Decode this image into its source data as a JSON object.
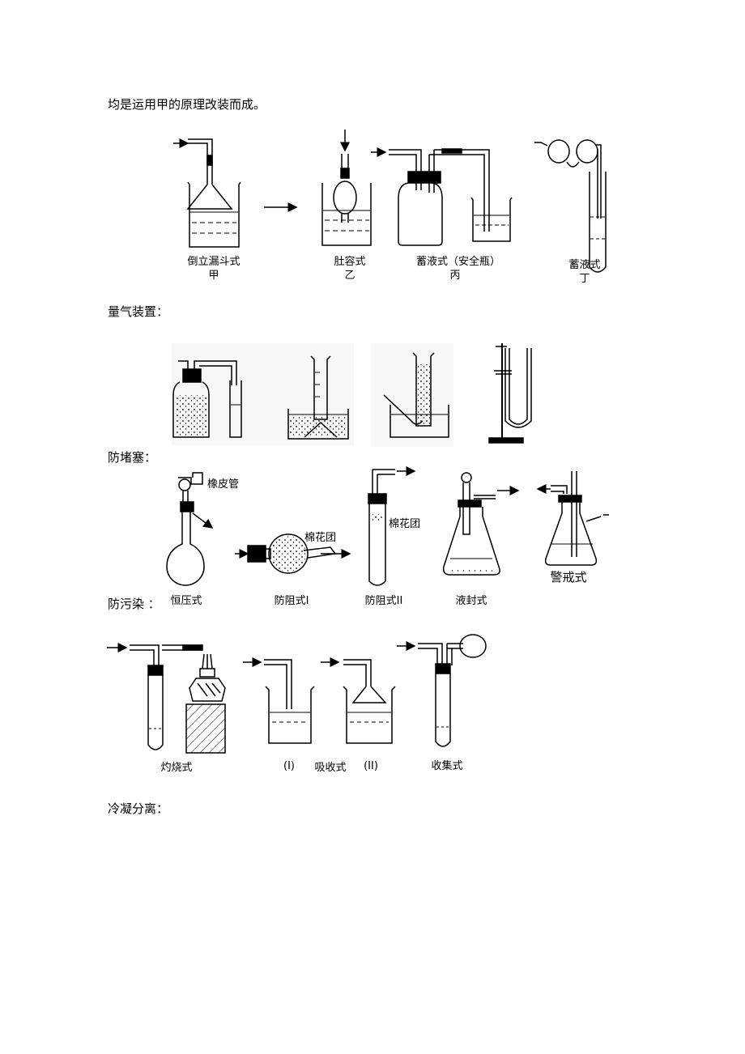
{
  "text": {
    "intro": "均是运用甲的原理改装而成。",
    "gas_measure_heading": "量气装置：",
    "anti_clog_heading": "防堵塞：",
    "anti_pollution_heading": "防污染 ：",
    "condense_heading": "冷凝分离："
  },
  "row1_labels": {
    "jia_name": "倒立漏斗式",
    "jia": "甲",
    "yi_name": "肚容式",
    "yi": "乙",
    "bing_name": "蓄液式（安全瓶）",
    "bing": "丙",
    "ding_name": "蓄液式",
    "ding": "丁"
  },
  "row3_labels": {
    "rubber_tube": "橡皮管",
    "cotton1": "棉花团",
    "cotton2": "棉花团",
    "constant_pressure": "恒压式",
    "block1": "防阻式I",
    "block2": "防阻式II",
    "liquid_seal": "液封式",
    "warning": "警戒式"
  },
  "row4_labels": {
    "burn": "灼烧式",
    "absorb_1": "(I)",
    "absorb": "吸收式",
    "absorb_2": "(II)",
    "collect": "收集式"
  }
}
